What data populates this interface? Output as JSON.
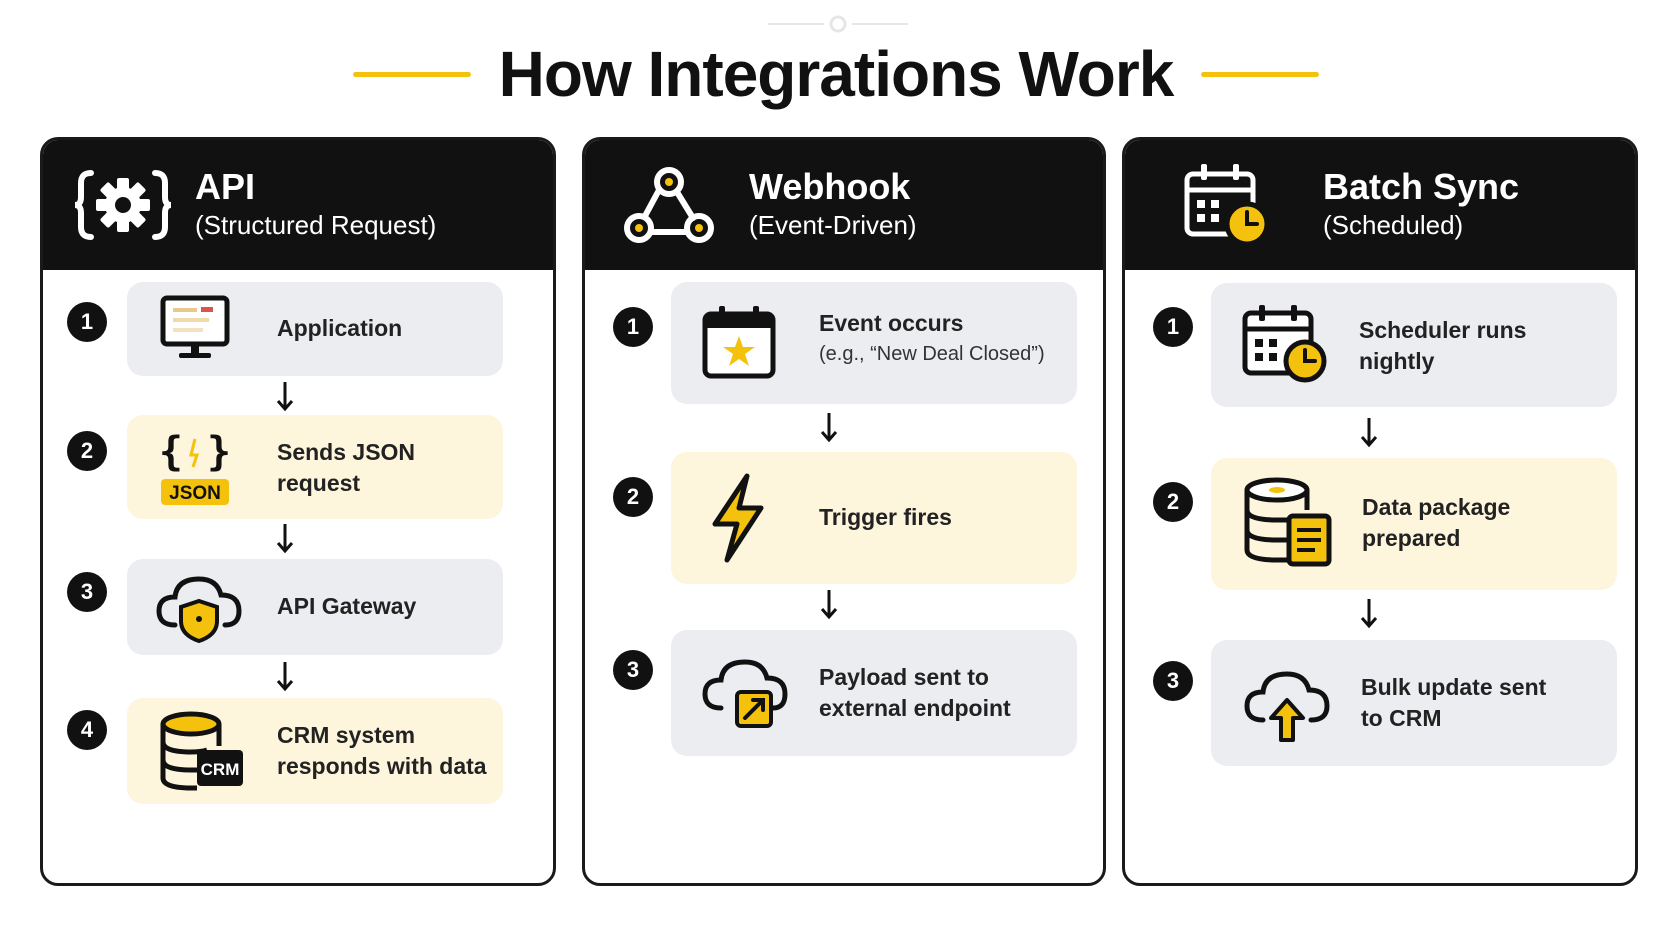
{
  "title": "How Integrations Work",
  "colors": {
    "accent": "#F4C20D",
    "dark": "#111111",
    "step_gray": "#ecedf1",
    "step_yellow": "#fdf5dc"
  },
  "panels": [
    {
      "title": "API",
      "subtitle": "(Structured Request)",
      "icon": "code-gear-icon",
      "steps": [
        {
          "number": "1",
          "label": "Application",
          "icon": "monitor-icon"
        },
        {
          "number": "2",
          "label": "Sends JSON request",
          "icon": "json-icon",
          "icon_text": "JSON"
        },
        {
          "number": "3",
          "label": "API Gateway",
          "icon": "cloud-shield-icon"
        },
        {
          "number": "4",
          "label": "CRM system responds with data",
          "icon": "crm-database-icon",
          "icon_text": "CRM"
        }
      ]
    },
    {
      "title": "Webhook",
      "subtitle": "(Event-Driven)",
      "icon": "webhook-icon",
      "steps": [
        {
          "number": "1",
          "label": "Event occurs",
          "sublabel": "(e.g., “New Deal Closed”)",
          "icon": "calendar-star-icon"
        },
        {
          "number": "2",
          "label": "Trigger fires",
          "icon": "lightning-icon"
        },
        {
          "number": "3",
          "label": "Payload sent to external endpoint",
          "icon": "cloud-external-icon"
        }
      ]
    },
    {
      "title": "Batch Sync",
      "subtitle": "(Scheduled)",
      "icon": "calendar-clock-icon",
      "steps": [
        {
          "number": "1",
          "label": "Scheduler runs nightly",
          "icon": "calendar-clock-icon"
        },
        {
          "number": "2",
          "label": "Data package prepared",
          "icon": "database-document-icon"
        },
        {
          "number": "3",
          "label": "Bulk update sent to CRM",
          "icon": "cloud-upload-icon"
        }
      ]
    }
  ]
}
